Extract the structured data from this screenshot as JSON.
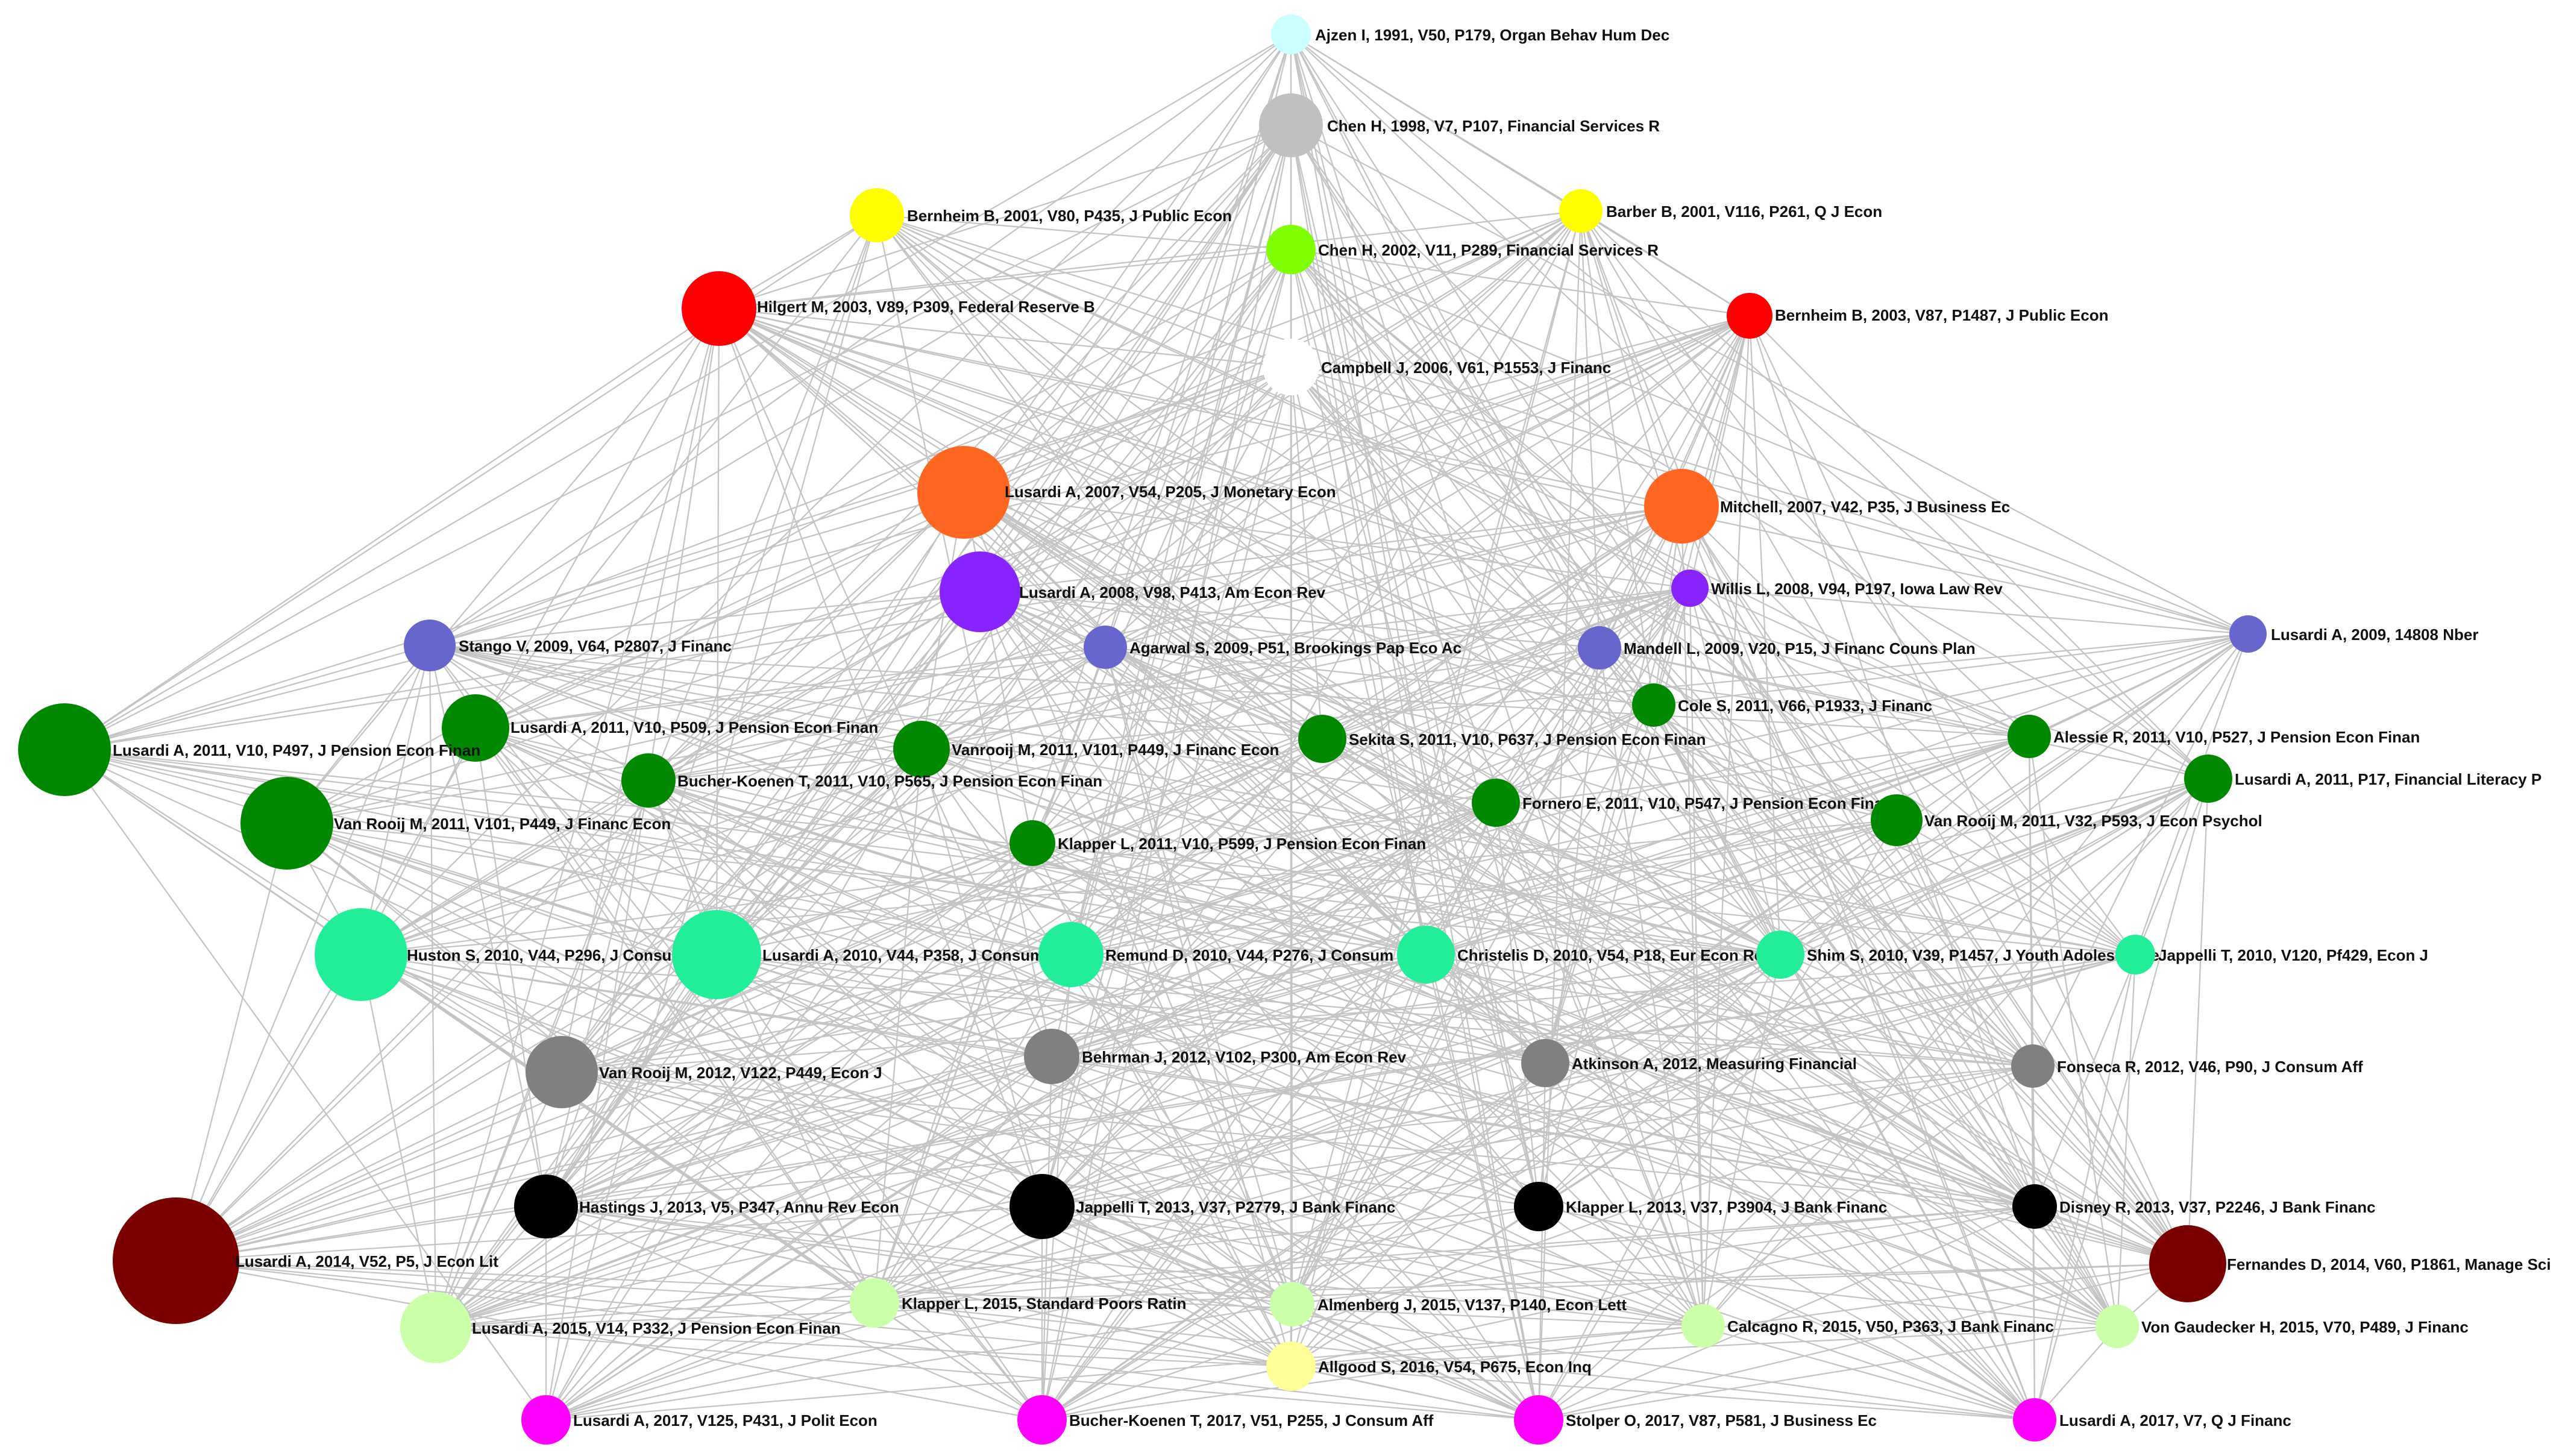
{
  "nodes": [
    {
      "id": "ajzen-1991",
      "label": "Ajzen I, 1991, V50, P179, Organ Behav Hum Dec",
      "color": "#ccffff",
      "year": 1991
    },
    {
      "id": "chen-1998",
      "label": "Chen H, 1998, V7, P107, Financial Services R",
      "color": "#c0c0c0",
      "year": 1998
    },
    {
      "id": "bernheim-2001",
      "label": "Bernheim B, 2001, V80, P435, J Public Econ",
      "color": "#ffff00",
      "year": 2001
    },
    {
      "id": "barber-2001",
      "label": "Barber B, 2001, V116, P261, Q J Econ",
      "color": "#ffff00",
      "year": 2001
    },
    {
      "id": "chen-2002",
      "label": "Chen H, 2002, V11, P289, Financial Services R",
      "color": "#80ff00",
      "year": 2002
    },
    {
      "id": "hilgert-2003",
      "label": "Hilgert M, 2003, V89, P309, Federal Reserve B",
      "color": "#ff0000",
      "year": 2003
    },
    {
      "id": "bernheim-2003",
      "label": "Bernheim B, 2003, V87, P1487, J Public Econ",
      "color": "#ff0000",
      "year": 2003
    },
    {
      "id": "campbell-2006",
      "label": "Campbell J, 2006, V61, P1553, J Financ",
      "color": "#ffffff",
      "year": 2006
    },
    {
      "id": "lusardi-2007",
      "label": "Lusardi A, 2007, V54, P205, J Monetary Econ",
      "color": "#ff6622",
      "year": 2007
    },
    {
      "id": "mitchell-2007",
      "label": "Mitchell, 2007, V42, P35, J Business Ec",
      "color": "#ff6622",
      "year": 2007
    },
    {
      "id": "lusardi-2008",
      "label": "Lusardi A, 2008, V98, P413, Am Econ Rev",
      "color": "#8822ff",
      "year": 2008
    },
    {
      "id": "willis-2008",
      "label": "Willis L, 2008, V94, P197, Iowa Law Rev",
      "color": "#8822ff",
      "year": 2008
    },
    {
      "id": "stango-2009",
      "label": "Stango V, 2009, V64, P2807, J Financ",
      "color": "#6666cc",
      "year": 2009
    },
    {
      "id": "agarwal-2009",
      "label": "Agarwal S, 2009, P51, Brookings Pap Eco Ac",
      "color": "#6666cc",
      "year": 2009
    },
    {
      "id": "mandell-2009",
      "label": "Mandell L, 2009, V20, P15, J Financ Couns Plan",
      "color": "#6666cc",
      "year": 2009
    },
    {
      "id": "lusardi-2009",
      "label": "Lusardi A, 2009, 14808 Nber",
      "color": "#6666cc",
      "year": 2009
    },
    {
      "id": "lusardi-2011-v10-p509",
      "label": "Lusardi A, 2011, V10, P509, J Pension Econ Finan",
      "color": "#008800",
      "year": 2011
    },
    {
      "id": "cole-2011",
      "label": "Cole S, 2011, V66, P1933, J Financ",
      "color": "#008800",
      "year": 2011
    },
    {
      "id": "lusardi-2011-v10-p497",
      "label": "Lusardi A, 2011, V10, P497, J Pension Econ Finan",
      "color": "#008800",
      "year": 2011
    },
    {
      "id": "vanrooij-2011",
      "label": "Vanrooij M, 2011, V101, P449, J Financ Econ",
      "color": "#008800",
      "year": 2011
    },
    {
      "id": "sekita-2011",
      "label": "Sekita S, 2011, V10, P637, J Pension Econ Finan",
      "color": "#008800",
      "year": 2011
    },
    {
      "id": "alessie-2011",
      "label": "Alessie R, 2011, V10, P527, J Pension Econ Finan",
      "color": "#008800",
      "year": 2011
    },
    {
      "id": "bucher-koenen-2011",
      "label": "Bucher-Koenen T, 2011, V10, P565, J Pension Econ Finan",
      "color": "#008800",
      "year": 2011
    },
    {
      "id": "lusardi-2011-p17",
      "label": "Lusardi A, 2011, P17, Financial Literacy P",
      "color": "#008800",
      "year": 2011
    },
    {
      "id": "fornero-2011",
      "label": "Fornero E, 2011, V10, P547, J Pension Econ Finan",
      "color": "#008800",
      "year": 2011
    },
    {
      "id": "van-rooij-2011-v101",
      "label": "Van Rooij M, 2011, V101, P449, J Financ Econ",
      "color": "#008800",
      "year": 2011
    },
    {
      "id": "van-rooij-2011-v32",
      "label": "Van Rooij M, 2011, V32, P593, J Econ Psychol",
      "color": "#008800",
      "year": 2011
    },
    {
      "id": "klapper-2011",
      "label": "Klapper L, 2011, V10, P599, J Pension Econ Finan",
      "color": "#008800",
      "year": 2011
    },
    {
      "id": "huston-2010",
      "label": "Huston S, 2010, V44, P296, J Consum Aff",
      "color": "#22ee99",
      "year": 2010
    },
    {
      "id": "lusardi-2010",
      "label": "Lusardi A, 2010, V44, P358, J Consum Aff",
      "color": "#22ee99",
      "year": 2010
    },
    {
      "id": "remund-2010",
      "label": "Remund D, 2010, V44, P276, J Consum Aff",
      "color": "#22ee99",
      "year": 2010
    },
    {
      "id": "christelis-2010",
      "label": "Christelis D, 2010, V54, P18, Eur Econ Rev",
      "color": "#22ee99",
      "year": 2010
    },
    {
      "id": "shim-2010",
      "label": "Shim S, 2010, V39, P1457, J Youth Adolescence",
      "color": "#22ee99",
      "year": 2010
    },
    {
      "id": "jappelli-2010",
      "label": "Jappelli T, 2010, V120, Pf429, Econ J",
      "color": "#22ee99",
      "year": 2010
    },
    {
      "id": "van-rooij-2012",
      "label": "Van Rooij M, 2012, V122, P449, Econ J",
      "color": "#808080",
      "year": 2012
    },
    {
      "id": "behrman-2012",
      "label": "Behrman J, 2012, V102, P300, Am Econ Rev",
      "color": "#808080",
      "year": 2012
    },
    {
      "id": "atkinson-2012",
      "label": "Atkinson A, 2012, Measuring Financial",
      "color": "#808080",
      "year": 2012
    },
    {
      "id": "fonseca-2012",
      "label": "Fonseca R, 2012, V46, P90, J Consum Aff",
      "color": "#808080",
      "year": 2012
    },
    {
      "id": "hastings-2013",
      "label": "Hastings J, 2013, V5, P347, Annu Rev Econ",
      "color": "#000000",
      "year": 2013
    },
    {
      "id": "jappelli-2013",
      "label": "Jappelli T, 2013, V37, P2779, J Bank Financ",
      "color": "#000000",
      "year": 2013
    },
    {
      "id": "klapper-2013",
      "label": "Klapper L, 2013, V37, P3904, J Bank Financ",
      "color": "#000000",
      "year": 2013
    },
    {
      "id": "disney-2013",
      "label": "Disney R, 2013, V37, P2246, J Bank Financ",
      "color": "#000000",
      "year": 2013
    },
    {
      "id": "lusardi-2014",
      "label": "Lusardi A, 2014, V52, P5, J Econ Lit",
      "color": "#7a0000",
      "year": 2014
    },
    {
      "id": "fernandes-2014",
      "label": "Fernandes D, 2014, V60, P1861, Manage Sci",
      "color": "#7a0000",
      "year": 2014
    },
    {
      "id": "lusardi-2015",
      "label": "Lusardi A, 2015, V14, P332, J Pension Econ Finan",
      "color": "#ccffaa",
      "year": 2015
    },
    {
      "id": "klapper-2015",
      "label": "Klapper L, 2015, Standard Poors Ratin",
      "color": "#ccffaa",
      "year": 2015
    },
    {
      "id": "almenberg-2015",
      "label": "Almenberg J, 2015, V137, P140, Econ Lett",
      "color": "#ccffaa",
      "year": 2015
    },
    {
      "id": "calcagno-2015",
      "label": "Calcagno R, 2015, V50, P363, J Bank Financ",
      "color": "#ccffaa",
      "year": 2015
    },
    {
      "id": "von-gaudecker-2015",
      "label": "Von Gaudecker H, 2015, V70, P489, J Financ",
      "color": "#ccffaa",
      "year": 2015
    },
    {
      "id": "allgood-2016",
      "label": "Allgood S, 2016, V54, P675, Econ Inq",
      "color": "#ffff99",
      "year": 2016
    },
    {
      "id": "lusardi-2017-v125",
      "label": "Lusardi A, 2017, V125, P431, J Polit Econ",
      "color": "#ff00ff",
      "year": 2017
    },
    {
      "id": "bucher-koenen-2017",
      "label": "Bucher-Koenen T, 2017, V51, P255, J Consum Aff",
      "color": "#ff00ff",
      "year": 2017
    },
    {
      "id": "stolper-2017",
      "label": "Stolper O, 2017, V87, P581, J Business Ec",
      "color": "#ff00ff",
      "year": 2017
    },
    {
      "id": "lusardi-2017-v7",
      "label": "Lusardi A, 2017, V7, Q J Financ",
      "color": "#ff00ff",
      "year": 2017
    }
  ]
}
